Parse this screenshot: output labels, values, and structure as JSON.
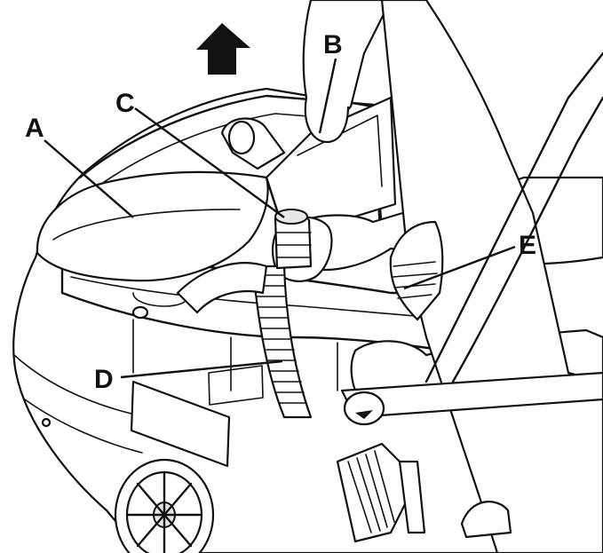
{
  "labels": {
    "a": "A",
    "b": "B",
    "c": "C",
    "d": "D",
    "e": "E"
  },
  "icons": {
    "direction": "up-arrow-icon"
  },
  "colors": {
    "line": "#111111",
    "fill": "#ffffff",
    "shade": "#e6e6e6"
  }
}
